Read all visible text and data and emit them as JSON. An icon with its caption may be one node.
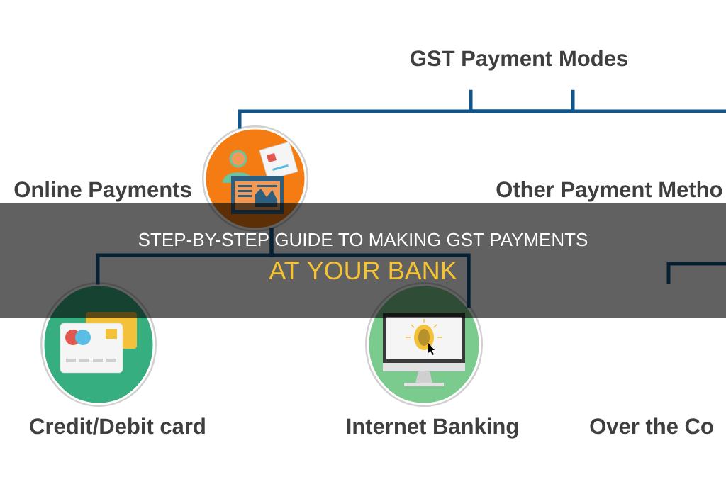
{
  "diagram": {
    "nodes": [
      {
        "text": [
          "GST Payment Modes"
        ]
      },
      {
        "text": [],
        "shape": "picture",
        "beside": [
          "Online Payments"
        ]
      },
      {
        "text": [
          "Other Payment Metho"
        ]
      },
      {
        "text": [],
        "shape": "picture",
        "beside": [
          "Credit/Debit card"
        ]
      },
      {
        "text": [],
        "shape": "picture",
        "beside": [
          "Internet Banking"
        ]
      },
      {
        "text": [
          "Over the Co"
        ]
      }
    ],
    "edges": [
      {
        "from": 0,
        "to": 1,
        "arrow": "none"
      },
      {
        "from": 0,
        "to": null,
        "arrow": "none"
      },
      {
        "from": 1,
        "to": 3,
        "arrow": "none"
      },
      {
        "from": 1,
        "to": 4,
        "arrow": "none"
      }
    ],
    "labels": [
      "STEP-BY-STEP GUIDE TO MAKING GST PAYMENTS",
      "AT YOUR BANK"
    ]
  }
}
